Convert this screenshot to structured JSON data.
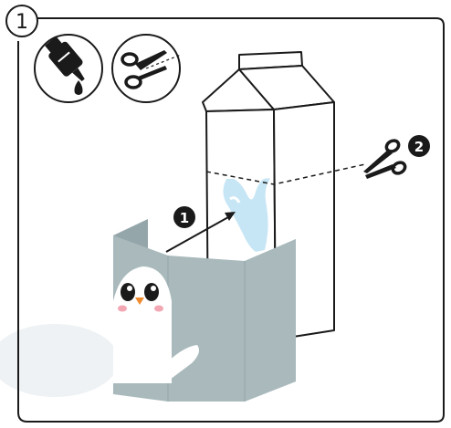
{
  "step": {
    "number": "1"
  },
  "markers": [
    {
      "label": "1"
    },
    {
      "label": "2"
    }
  ],
  "icons": [
    {
      "name": "glue-bottle-icon"
    },
    {
      "name": "scissors-cut-icon"
    },
    {
      "name": "scissors-icon"
    }
  ],
  "colors": {
    "outline": "#1a1a1a",
    "panel_gray": "#a9b9bc",
    "panel_gray_dark": "#94a6aa",
    "carton_white": "#ffffff",
    "milk_blue": "#c7e6f5",
    "blush": "#f2a7b3",
    "beak": "#f08a2e",
    "shadow": "#eef2f4"
  }
}
